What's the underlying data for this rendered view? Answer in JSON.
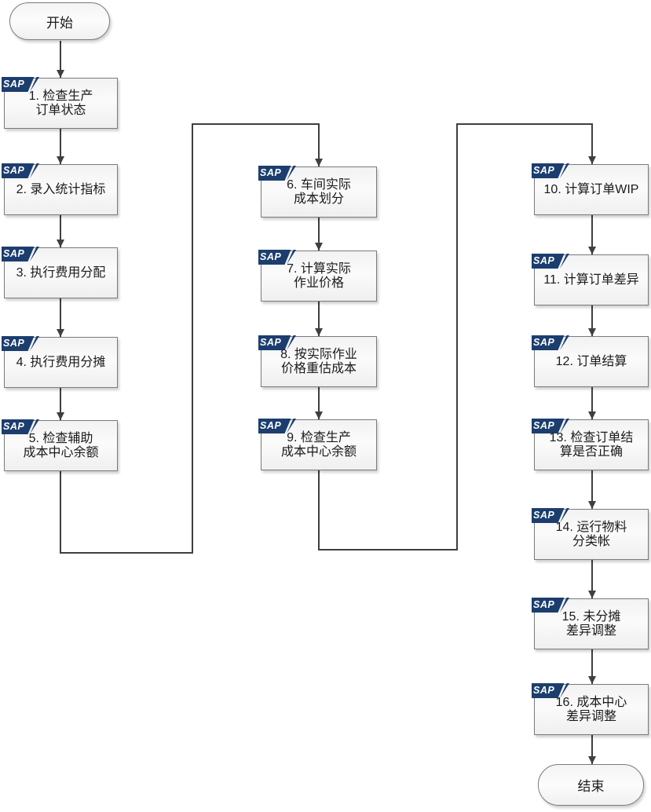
{
  "terminators": {
    "start_label": "开始",
    "end_label": "结束"
  },
  "badge": {
    "text": "SAP",
    "color": "#1c3e6e"
  },
  "colors": {
    "connector": "#3f3f3f",
    "box_border": "#7a7a7a",
    "text": "#1a1a1a"
  },
  "nodes": [
    {
      "id": 1,
      "line1": "1. 检查生产",
      "line2": "订单状态"
    },
    {
      "id": 2,
      "line1": "2. 录入统计指标",
      "line2": ""
    },
    {
      "id": 3,
      "line1": "3. 执行费用分配",
      "line2": ""
    },
    {
      "id": 4,
      "line1": "4. 执行费用分摊",
      "line2": ""
    },
    {
      "id": 5,
      "line1": "5. 检查辅助",
      "line2": "成本中心余额"
    },
    {
      "id": 6,
      "line1": "6. 车间实际",
      "line2": "成本划分"
    },
    {
      "id": 7,
      "line1": "7. 计算实际",
      "line2": "作业价格"
    },
    {
      "id": 8,
      "line1": "8. 按实际作业",
      "line2": "价格重估成本"
    },
    {
      "id": 9,
      "line1": "9. 检查生产",
      "line2": "成本中心余额"
    },
    {
      "id": 10,
      "line1": "10. 计算订单WIP",
      "line2": ""
    },
    {
      "id": 11,
      "line1": "11. 计算订单差异",
      "line2": ""
    },
    {
      "id": 12,
      "line1": "12. 订单结算",
      "line2": ""
    },
    {
      "id": 13,
      "line1": "13. 检查订单结",
      "line2": "算是否正确"
    },
    {
      "id": 14,
      "line1": "14. 运行物料",
      "line2": "分类帐"
    },
    {
      "id": 15,
      "line1": "15. 未分摊",
      "line2": "差异调整"
    },
    {
      "id": 16,
      "line1": "16. 成本中心",
      "line2": "差异调整"
    }
  ],
  "edges": [
    "start-1",
    "1-2",
    "2-3",
    "3-4",
    "4-5",
    "5-6",
    "6-7",
    "7-8",
    "8-9",
    "9-10",
    "10-11",
    "11-12",
    "12-13",
    "13-14",
    "14-15",
    "15-16",
    "16-end"
  ]
}
